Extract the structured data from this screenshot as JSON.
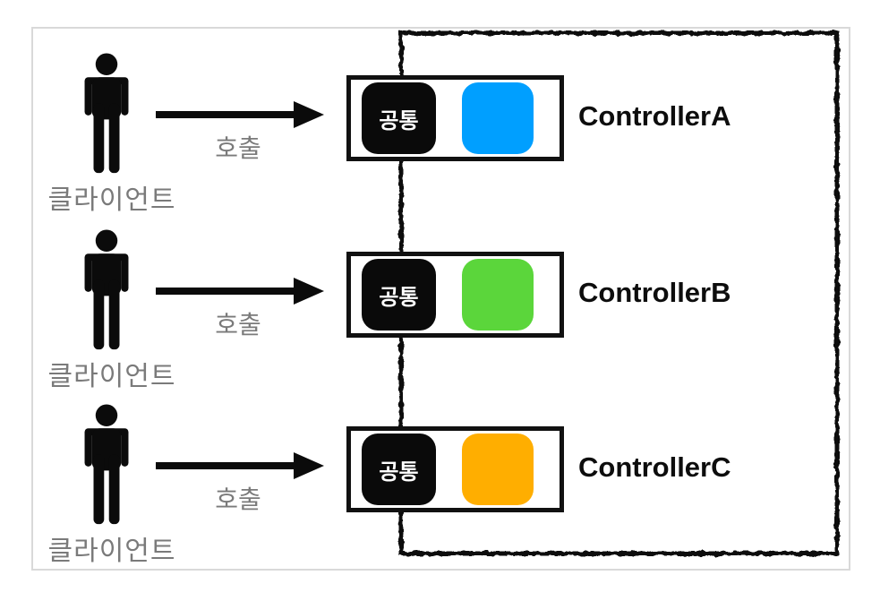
{
  "diagram": {
    "frame_border_color": "#d9d9d9",
    "group_border_color": "#101010",
    "common_chip_bg": "#0a0a0a",
    "common_chip_text_color": "#ffffff",
    "label_text_color": "#7a7a7a",
    "rows": [
      {
        "client_label": "클라이언트",
        "call_label": "호출",
        "common_label": "공통",
        "controller_label": "ControllerA",
        "chip_color": "#009fff"
      },
      {
        "client_label": "클라이언트",
        "call_label": "호출",
        "common_label": "공통",
        "controller_label": "ControllerB",
        "chip_color": "#5bd63b"
      },
      {
        "client_label": "클라이언트",
        "call_label": "호출",
        "common_label": "공통",
        "controller_label": "ControllerC",
        "chip_color": "#ffae00"
      }
    ]
  }
}
